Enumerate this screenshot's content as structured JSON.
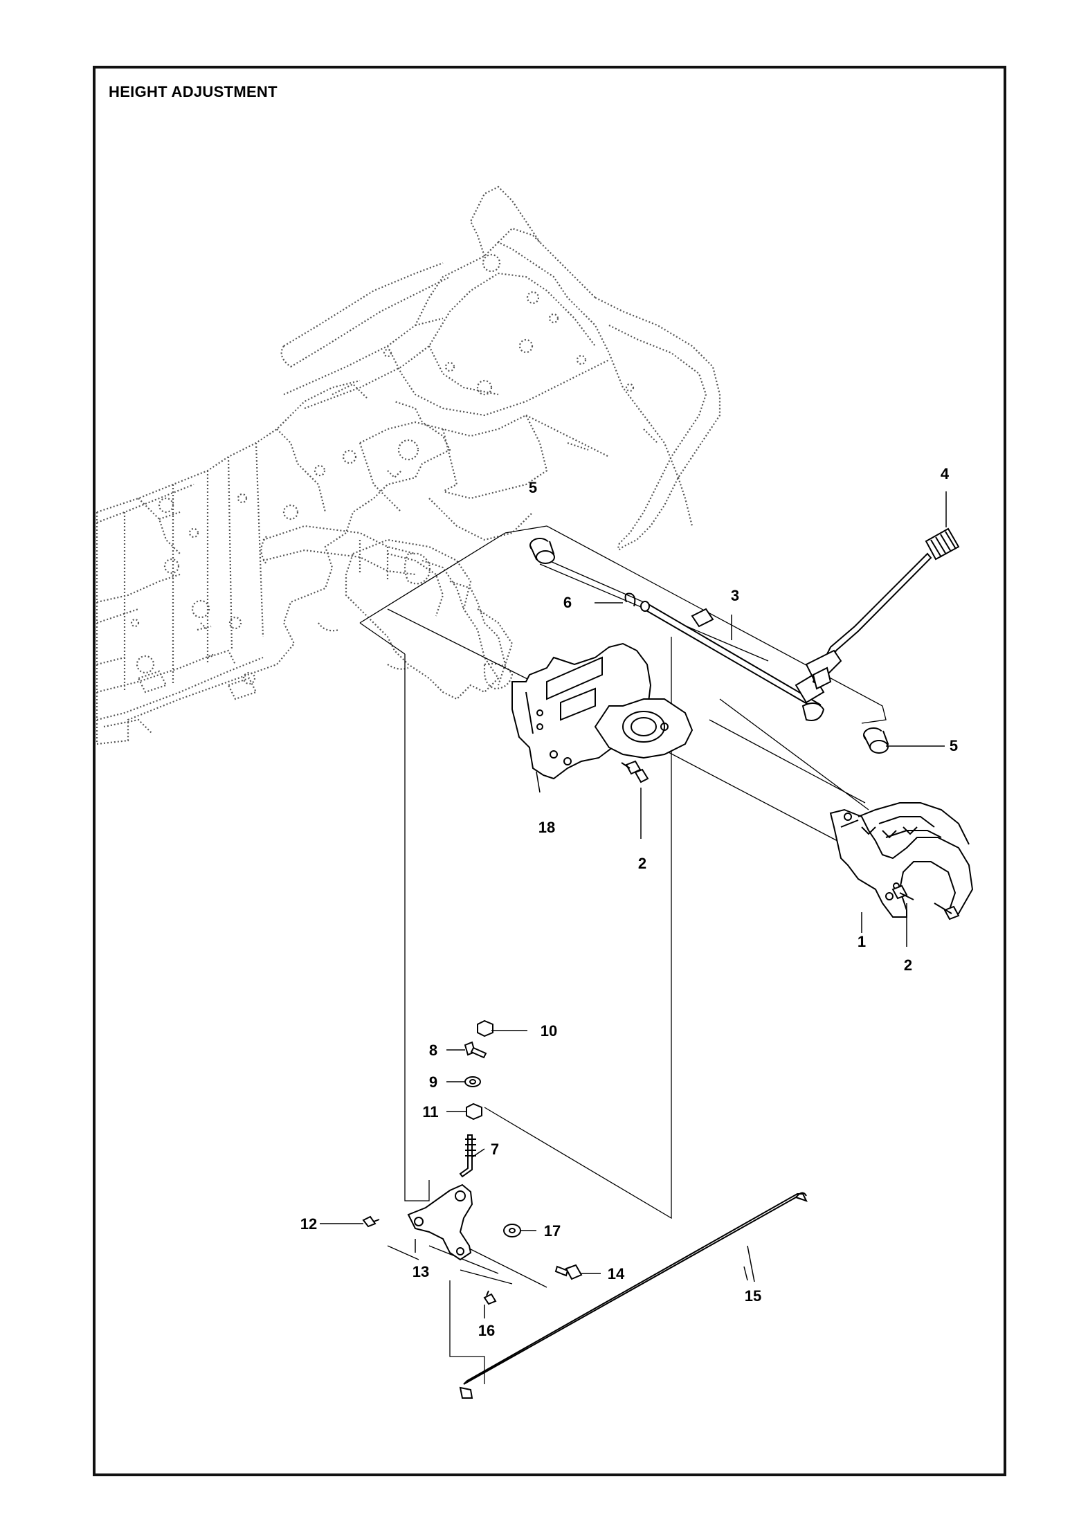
{
  "title": "HEIGHT ADJUSTMENT",
  "callouts": [
    {
      "id": "c5a",
      "label": "5"
    },
    {
      "id": "c4",
      "label": "4"
    },
    {
      "id": "c6",
      "label": "6"
    },
    {
      "id": "c3",
      "label": "3"
    },
    {
      "id": "c5b",
      "label": "5"
    },
    {
      "id": "c18",
      "label": "18"
    },
    {
      "id": "c2a",
      "label": "2"
    },
    {
      "id": "c1",
      "label": "1"
    },
    {
      "id": "c2b",
      "label": "2"
    },
    {
      "id": "c10",
      "label": "10"
    },
    {
      "id": "c8",
      "label": "8"
    },
    {
      "id": "c9",
      "label": "9"
    },
    {
      "id": "c11",
      "label": "11"
    },
    {
      "id": "c7",
      "label": "7"
    },
    {
      "id": "c12",
      "label": "12"
    },
    {
      "id": "c17",
      "label": "17"
    },
    {
      "id": "c13",
      "label": "13"
    },
    {
      "id": "c14",
      "label": "14"
    },
    {
      "id": "c15",
      "label": "15"
    },
    {
      "id": "c16",
      "label": "16"
    }
  ]
}
